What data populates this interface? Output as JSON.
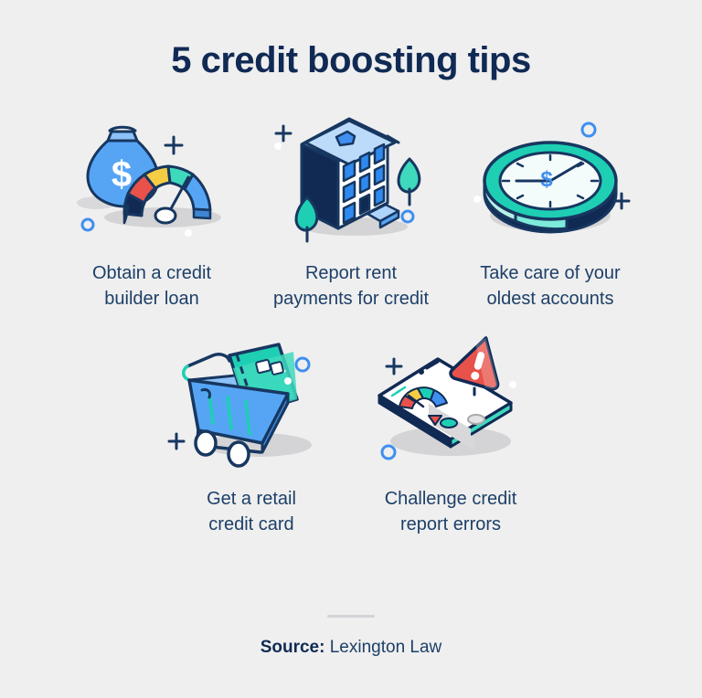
{
  "header": {
    "title": "5 credit boosting tips"
  },
  "tips": [
    {
      "id": "credit-builder-loan",
      "icon": "money-bag-gauge-icon",
      "label_line1": "Obtain a credit",
      "label_line2": "builder loan"
    },
    {
      "id": "report-rent",
      "icon": "apartment-building-icon",
      "label_line1": "Report rent",
      "label_line2": "payments for credit"
    },
    {
      "id": "oldest-accounts",
      "icon": "clock-dollar-icon",
      "label_line1": "Take care of your",
      "label_line2": "oldest accounts"
    },
    {
      "id": "retail-credit-card",
      "icon": "shopping-cart-card-icon",
      "label_line1": "Get a retail",
      "label_line2": "credit card"
    },
    {
      "id": "challenge-errors",
      "icon": "phone-report-alert-icon",
      "label_line1": "Challenge credit",
      "label_line2": "report errors"
    }
  ],
  "footer": {
    "source_label": "Source:",
    "source_name": "Lexington Law"
  },
  "palette": {
    "background": "#efefef",
    "navy": "#173760",
    "navy_dark": "#102a54",
    "blue": "#56a5f5",
    "blue_light": "#aed4f9",
    "teal": "#1ecfb4",
    "teal_light": "#7eeadb",
    "yellow": "#f5cc44",
    "red": "#e8524b",
    "gray_shadow": "#d4d4d6",
    "white": "#ffffff"
  }
}
